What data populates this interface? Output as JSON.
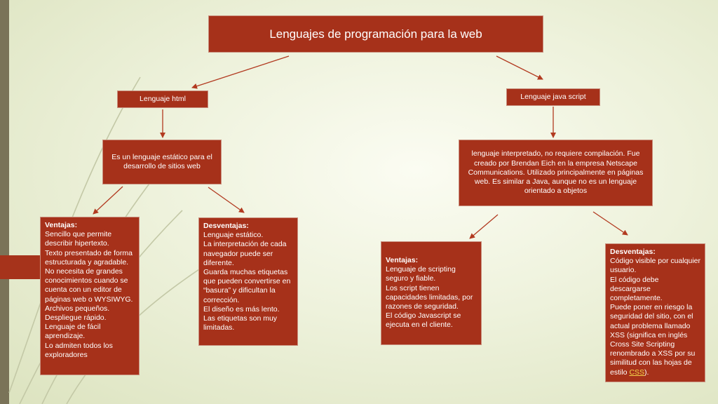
{
  "title": "Lenguajes de programación para la web",
  "html_branch": {
    "label": "Lenguaje html",
    "description": "Es un lenguaje estático para el desarrollo de sitios web",
    "advantages": {
      "heading": "Ventajas:",
      "lines": [
        "Sencillo que permite describir hipertexto.",
        "Texto presentado de forma estructurada y agradable.",
        "No necesita de grandes conocimientos cuando se cuenta con un editor de páginas web o WYSIWYG.",
        "Archivos pequeños.",
        "Despliegue rápido.",
        "Lenguaje de fácil aprendizaje.",
        "Lo admiten todos los exploradores"
      ]
    },
    "disadvantages": {
      "heading": "Desventajas:",
      "lines": [
        "Lenguaje estático.",
        "La interpretación de cada navegador puede ser diferente.",
        "Guarda muchas etiquetas que pueden convertirse en “basura” y dificultan la corrección.",
        "El diseño es más lento.",
        "Las etiquetas son muy limitadas."
      ]
    }
  },
  "js_branch": {
    "label": "Lenguaje java script",
    "description": "lenguaje interpretado, no requiere compilación. Fue creado por Brendan Eich en la empresa Netscape Communications. Utilizado principalmente en páginas web. Es similar a Java, aunque no es un lenguaje orientado a objetos",
    "advantages": {
      "heading": "Ventajas:",
      "lines": [
        "Lenguaje de scripting seguro y fiable.",
        "Los script tienen capacidades limitadas, por razones de seguridad.",
        "El código Javascript se ejecuta en el cliente."
      ]
    },
    "disadvantages": {
      "heading": "Desventajas:",
      "lines": [
        "Código visible por cualquier usuario.",
        "El código debe descargarse completamente.",
        "Puede poner en riesgo la seguridad del sitio, con el actual problema llamado XSS (significa en inglés Cross Site Scripting renombrado a XSS por su similitud con las hojas de estilo "
      ],
      "link_text": "CSS",
      "tail": ")."
    }
  },
  "colors": {
    "box_fill": "#a6311a",
    "arrow": "#b23a20",
    "left_bar": "#7a7358",
    "background": "#eef2dc"
  }
}
